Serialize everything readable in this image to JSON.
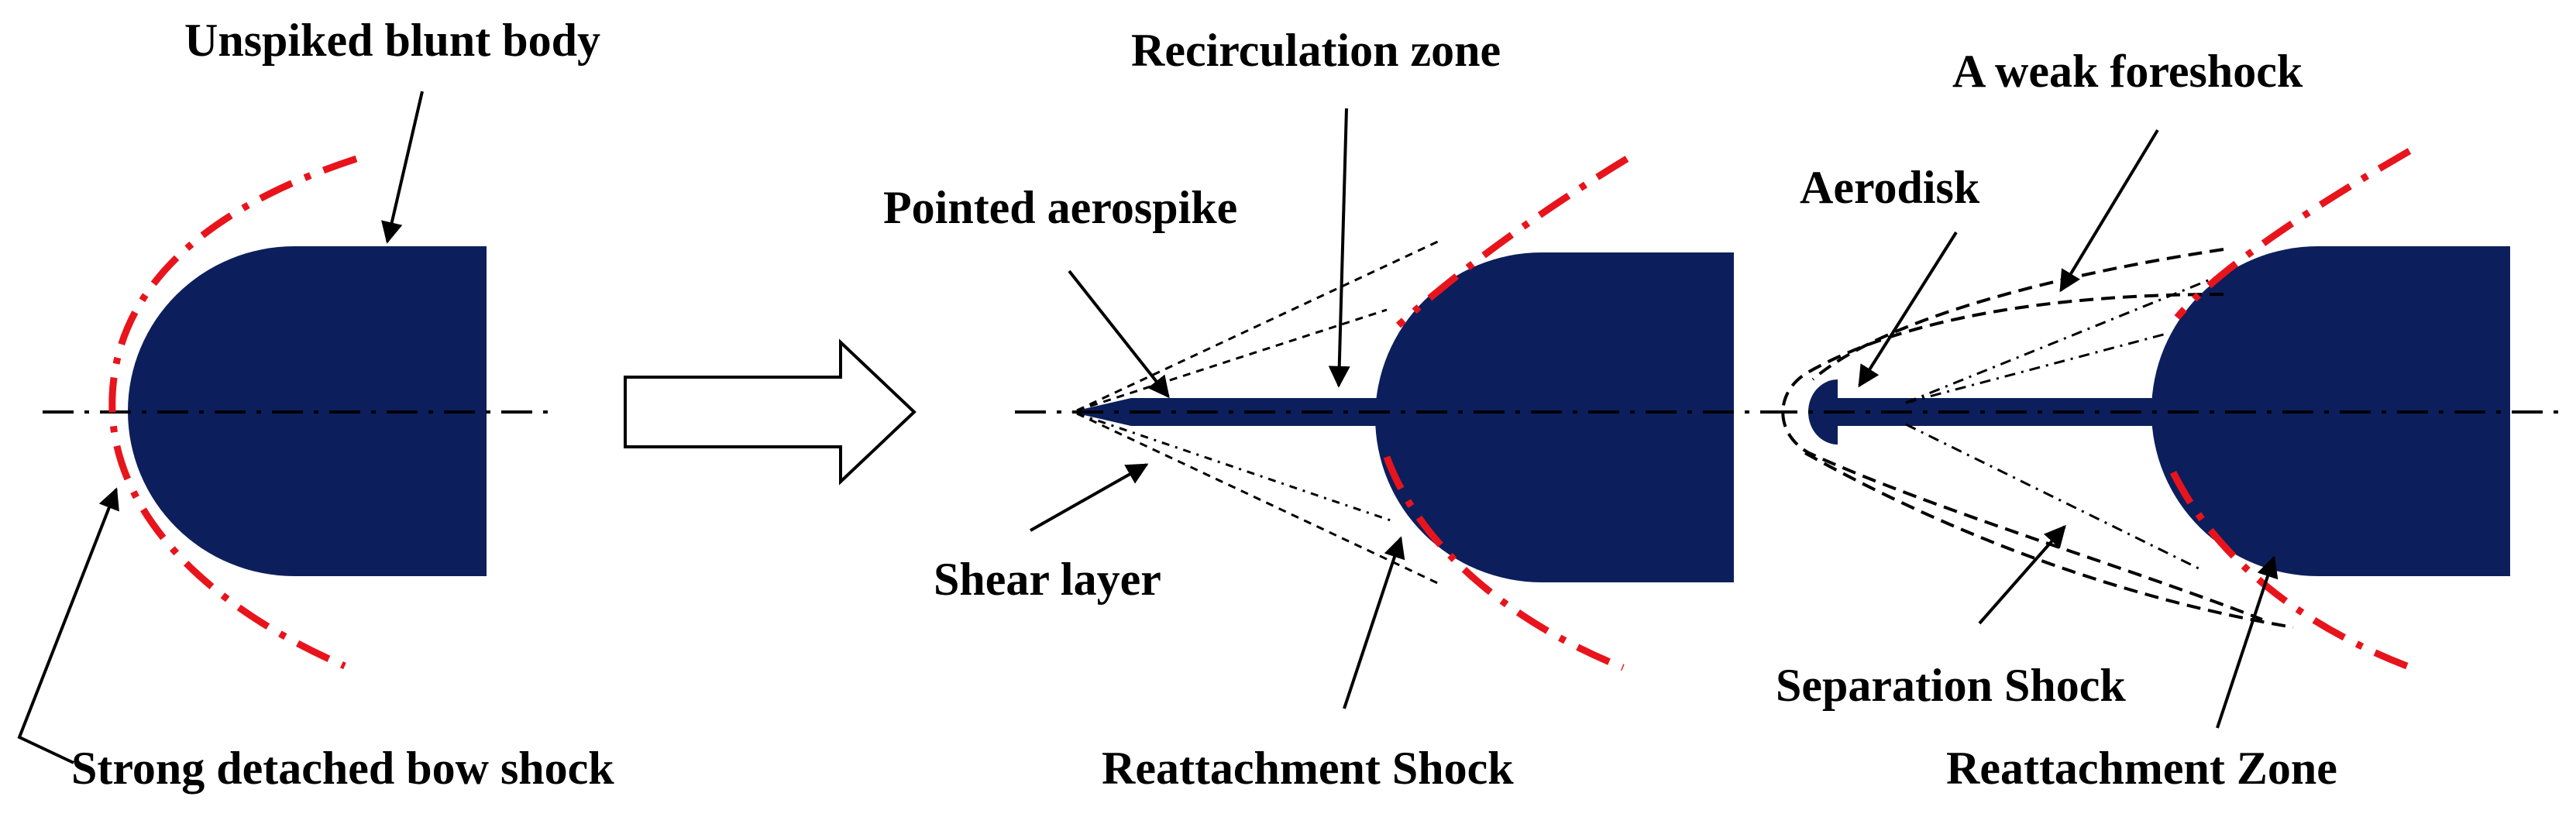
{
  "colors": {
    "body_fill": "#0c1f5c",
    "bow_shock": "#e8141c",
    "lines": "#000000",
    "background": "#ffffff"
  },
  "labels": {
    "unspiked": "Unspiked blunt body",
    "bow_shock": "Strong detached bow shock",
    "recirculation": "Recirculation zone",
    "pointed_aerospike": "Pointed aerospike",
    "shear_layer": "Shear layer",
    "reattachment_shock": "Reattachment Shock",
    "weak_foreshock": "A weak foreshock",
    "aerodisk": "Aerodisk",
    "separation_shock": "Separation Shock",
    "reattachment_zone": "Reattachment Zone"
  }
}
